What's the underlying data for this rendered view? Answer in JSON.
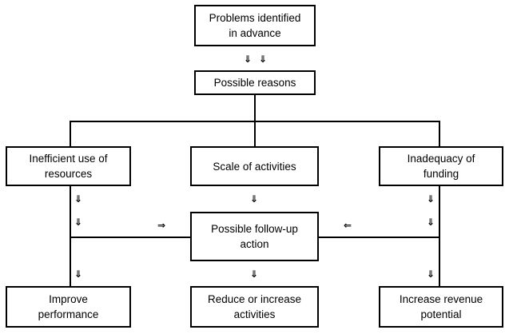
{
  "nodes": {
    "problems": "Problems identified\nin advance",
    "reasons": "Possible reasons",
    "inefficient": "Inefficient use of\nresources",
    "scale": "Scale of activities",
    "inadequacy": "Inadequacy of\nfunding",
    "followup": "Possible follow-up\naction",
    "improve": "Improve\nperformance",
    "reduce": "Reduce or increase\nactivities",
    "revenue": "Increase revenue\npotential"
  },
  "arrows": {
    "down": "⇓",
    "right": "⇒",
    "left": "⇐"
  }
}
